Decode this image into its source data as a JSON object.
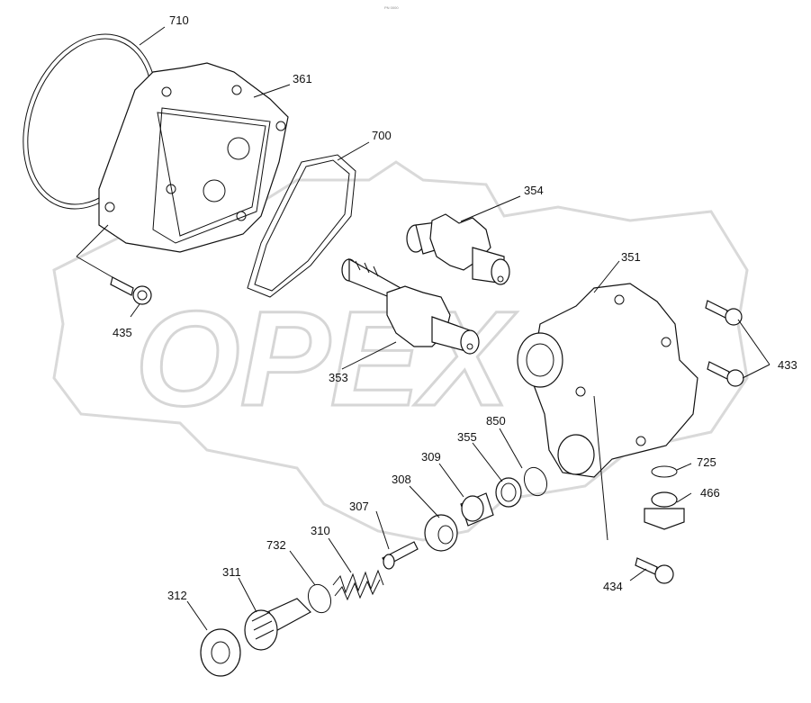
{
  "header_code": "PN 0000",
  "watermark": "OPEX",
  "part_numbers": [
    "710",
    "361",
    "700",
    "354",
    "351",
    "433",
    "435",
    "353",
    "850",
    "355",
    "309",
    "308",
    "307",
    "310",
    "732",
    "311",
    "312",
    "725",
    "466",
    "434"
  ]
}
